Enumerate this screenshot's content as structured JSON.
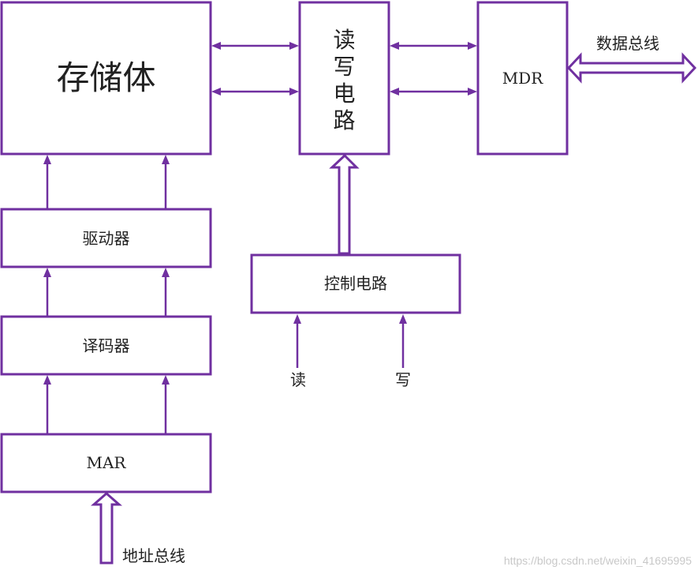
{
  "blocks": {
    "memory": "存储体",
    "rw_circuit_chars": [
      "读",
      "写",
      "电",
      "路"
    ],
    "mdr": "MDR",
    "driver": "驱动器",
    "decoder": "译码器",
    "mar": "MAR",
    "control": "控制电路"
  },
  "signals": {
    "data_bus": "数据总线",
    "address_bus": "地址总线",
    "read": "读",
    "write": "写"
  },
  "watermark": "https://blog.csdn.net/weixin_41695995",
  "colors": {
    "accent": "#7030a0",
    "text": "#222222"
  }
}
